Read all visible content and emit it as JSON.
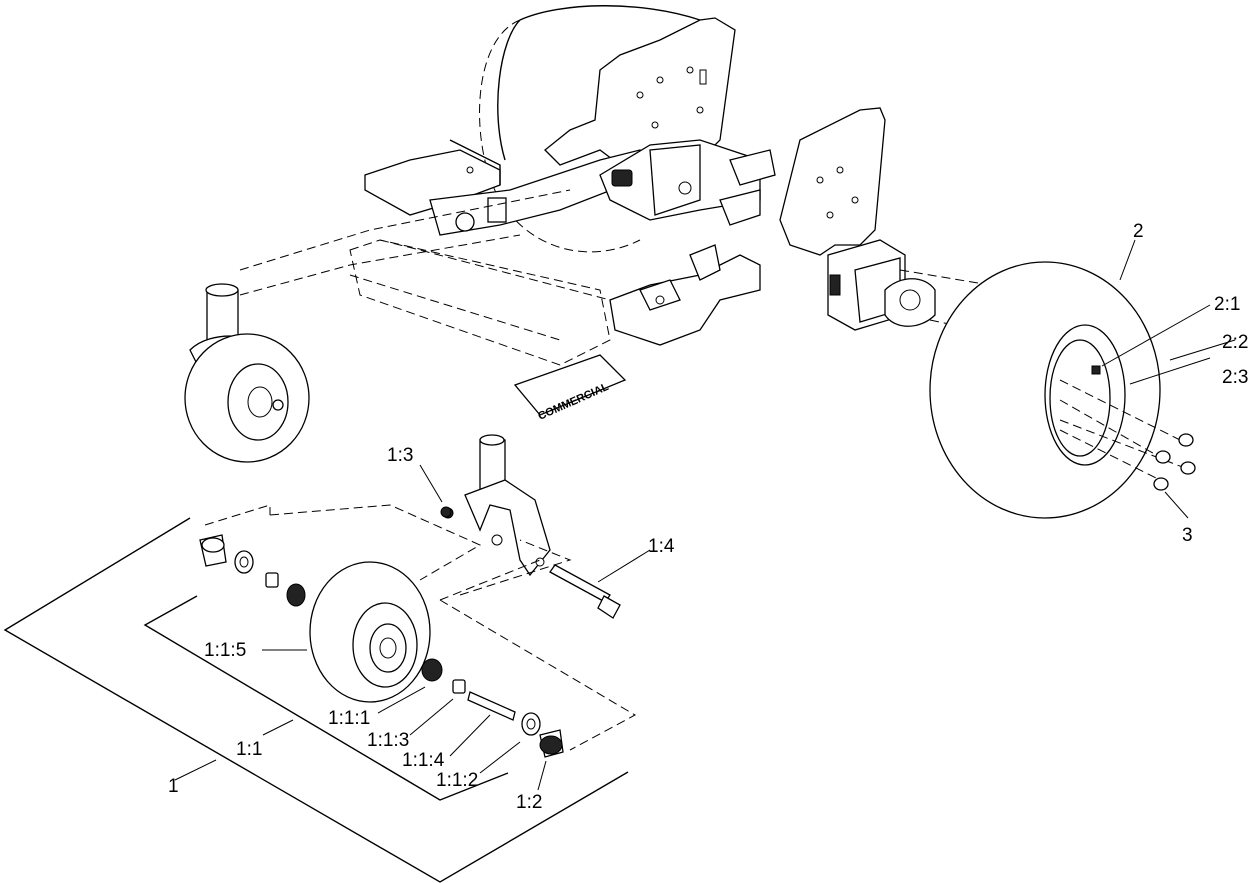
{
  "callouts": {
    "c1": "1",
    "c1_1": "1:1",
    "c1_1_1": "1:1:1",
    "c1_1_2": "1:1:2",
    "c1_1_3": "1:1:3",
    "c1_1_4": "1:1:4",
    "c1_1_5": "1:1:5",
    "c1_2": "1:2",
    "c1_3": "1:3",
    "c1_4": "1:4",
    "c2": "2",
    "c2_1": "2:1",
    "c2_2": "2:2",
    "c2_3": "2:3",
    "c3": "3"
  },
  "brand_decal": "COMMERCIAL"
}
